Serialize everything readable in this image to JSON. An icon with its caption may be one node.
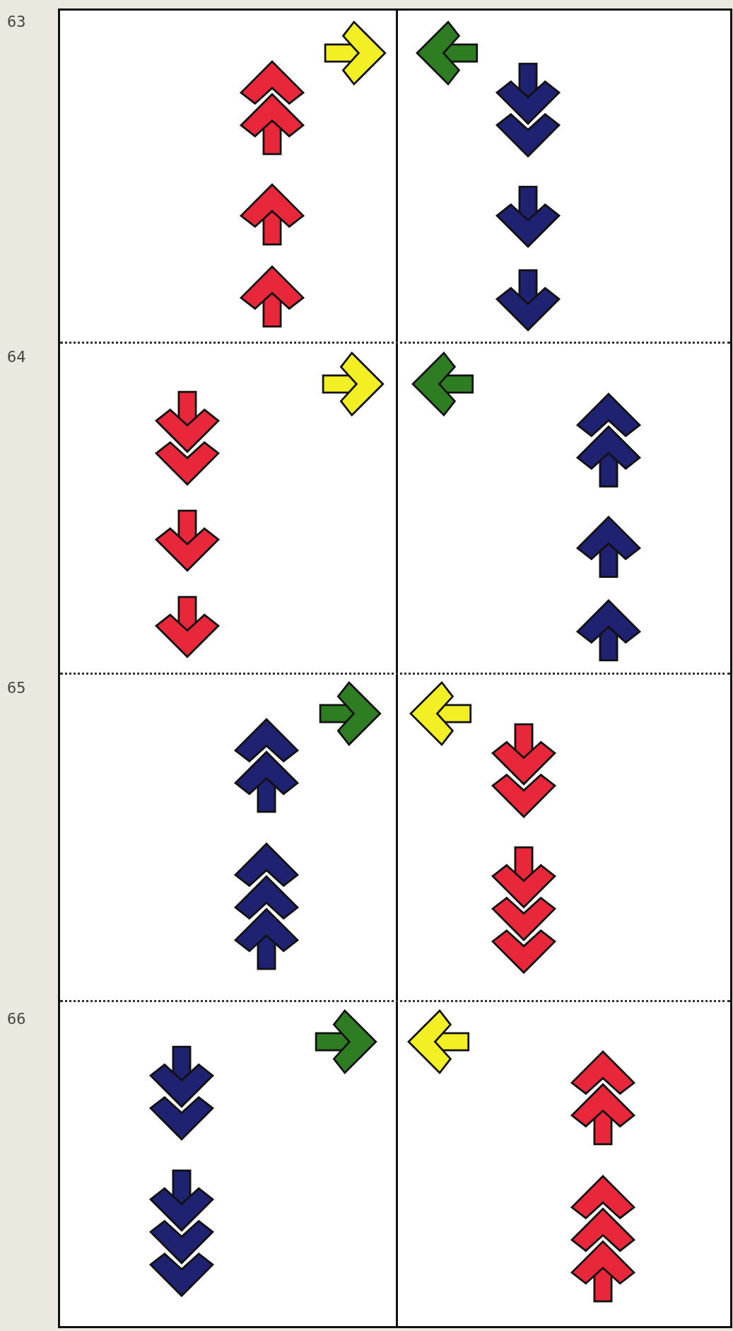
{
  "diagram": {
    "labels": [
      "63",
      "64",
      "65",
      "66"
    ]
  }
}
